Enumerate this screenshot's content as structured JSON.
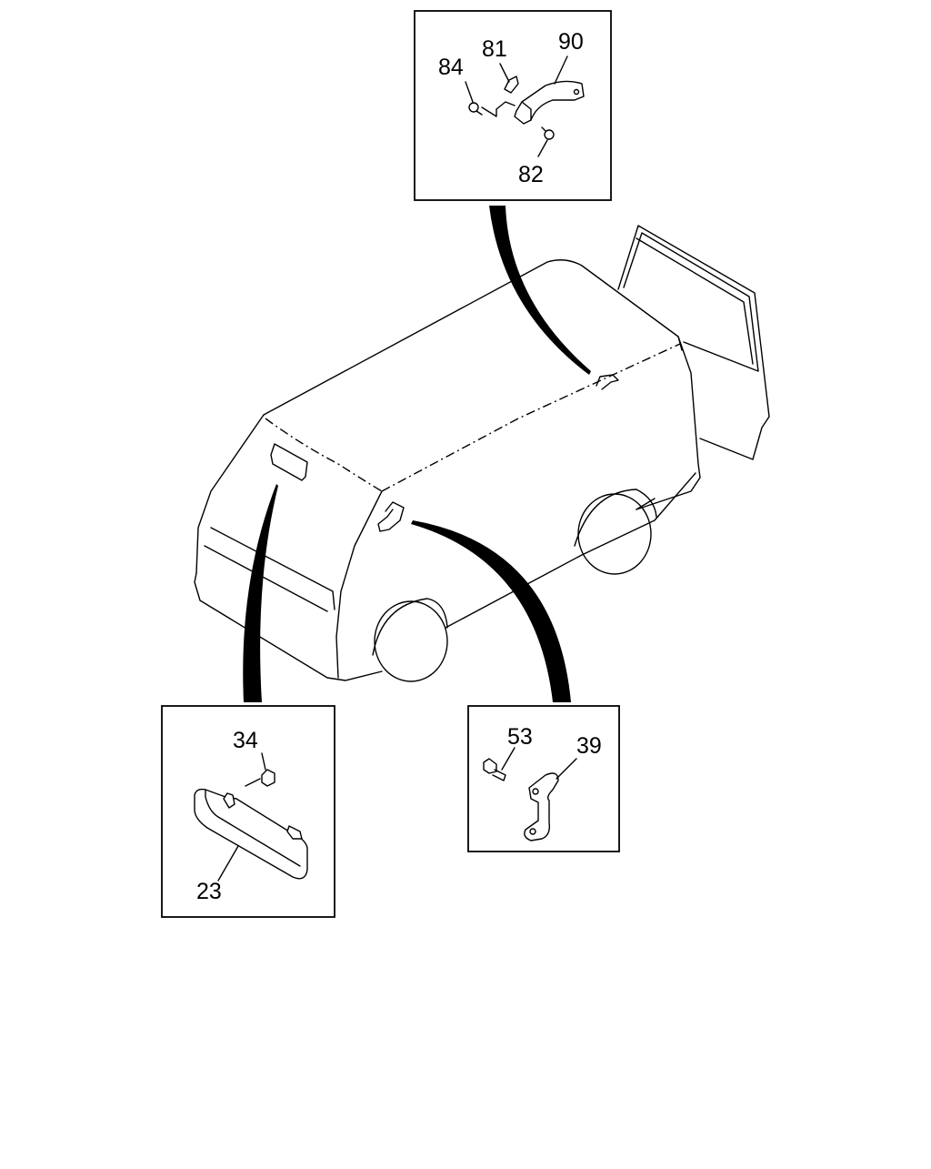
{
  "diagram": {
    "callouts": {
      "roof_assist_grip": {
        "labels": [
          "84",
          "81",
          "90",
          "82"
        ]
      },
      "front_assist_grip": {
        "labels": [
          "53",
          "39"
        ]
      },
      "sun_visor": {
        "labels": [
          "34",
          "23"
        ]
      }
    },
    "colors": {
      "line": "#000000",
      "background": "#ffffff"
    }
  }
}
